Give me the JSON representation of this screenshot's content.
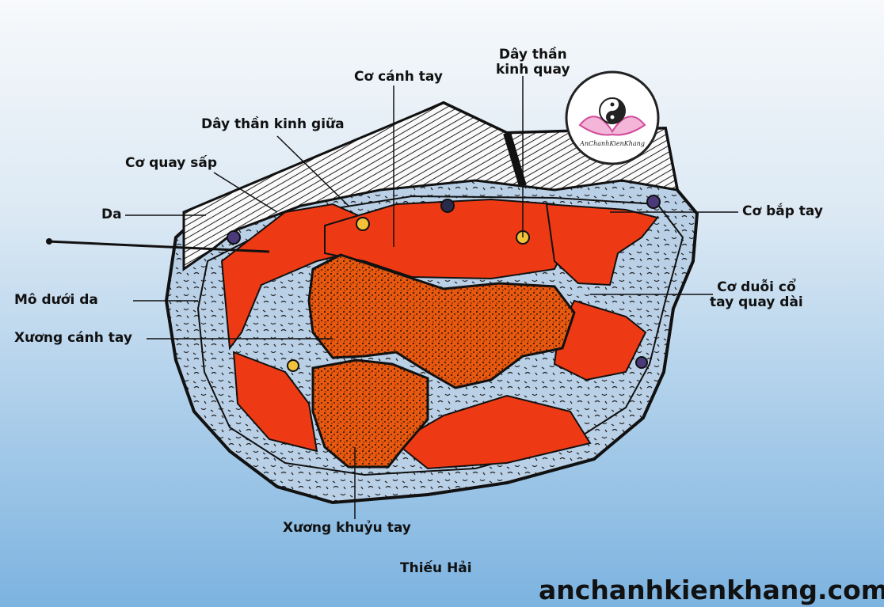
{
  "labels": {
    "day_than_kinh_quay_1": "Dây thần",
    "day_than_kinh_quay_2": "kinh quay",
    "co_canh_tay": "Cơ cánh tay",
    "day_than_kinh_giua": "Dây thần kinh giữa",
    "co_quay_sap": "Cơ quay sấp",
    "da": "Da",
    "co_bap_tay": "Cơ bắp tay",
    "mo_duoi_da": "Mô dưới da",
    "co_duoi_1": "Cơ duỗi cổ",
    "co_duoi_2": "tay quay dài",
    "xuong_canh_tay": "Xương cánh tay",
    "xuong_khuyu_tay": "Xương khuỷu tay",
    "acupoint": "Thiếu Hải"
  },
  "watermark": {
    "site": "anchanhkienkhang.com",
    "logo_text": "AnChanhKienKhang"
  },
  "colors": {
    "muscle": "#ee3a14",
    "bone": "#e8560f",
    "tissue": "#b8d0e6",
    "bg_top": "#f4f8fb",
    "bg_bottom": "#7fb5e2"
  },
  "icons": {
    "needle": "needle-icon",
    "logo": "yin-yang-lotus-icon"
  }
}
